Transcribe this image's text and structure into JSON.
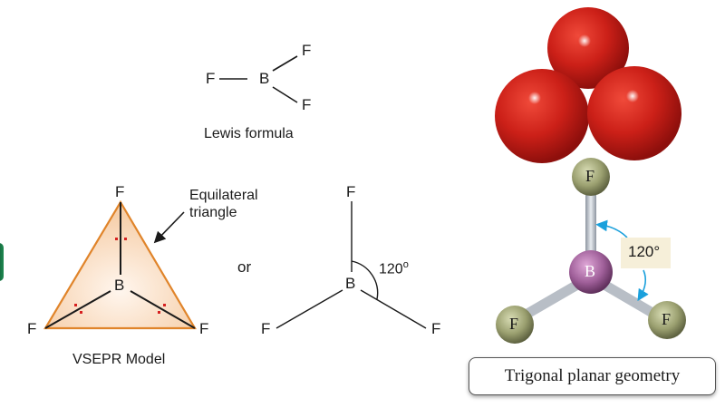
{
  "lewis": {
    "caption": "Lewis formula",
    "atoms": {
      "center": "B",
      "left": "F",
      "top_right": "F",
      "bottom_right": "F"
    }
  },
  "vsepr": {
    "caption": "VSEPR Model",
    "annotation": "Equilateral triangle",
    "annotation_line1": "Equilateral",
    "annotation_line2": "triangle",
    "atoms": {
      "center": "B",
      "top": "F",
      "bottom_left": "F",
      "bottom_right": "F"
    },
    "colors": {
      "triangle_stroke": "#e0842a",
      "triangle_fill": "#f9d7b8",
      "lone_pair_dots": "#d62020"
    }
  },
  "connector": "or",
  "angle_diagram": {
    "angle_label": "120",
    "angle_unit": "o",
    "atoms": {
      "center": "B",
      "top": "F",
      "bottom_left": "F",
      "bottom_right": "F"
    }
  },
  "ball_stick": {
    "atoms": {
      "center": "B",
      "top": "F",
      "bottom_left": "F",
      "bottom_right": "F"
    },
    "angle_label": "120°",
    "colors": {
      "fluorine": "#9ba070",
      "boron": "#a0609a",
      "arrow": "#1aa0dc",
      "label_bg": "#f6efd9"
    }
  },
  "space_filling": {
    "color": "#c8201e"
  },
  "caption": "Trigonal planar geometry"
}
